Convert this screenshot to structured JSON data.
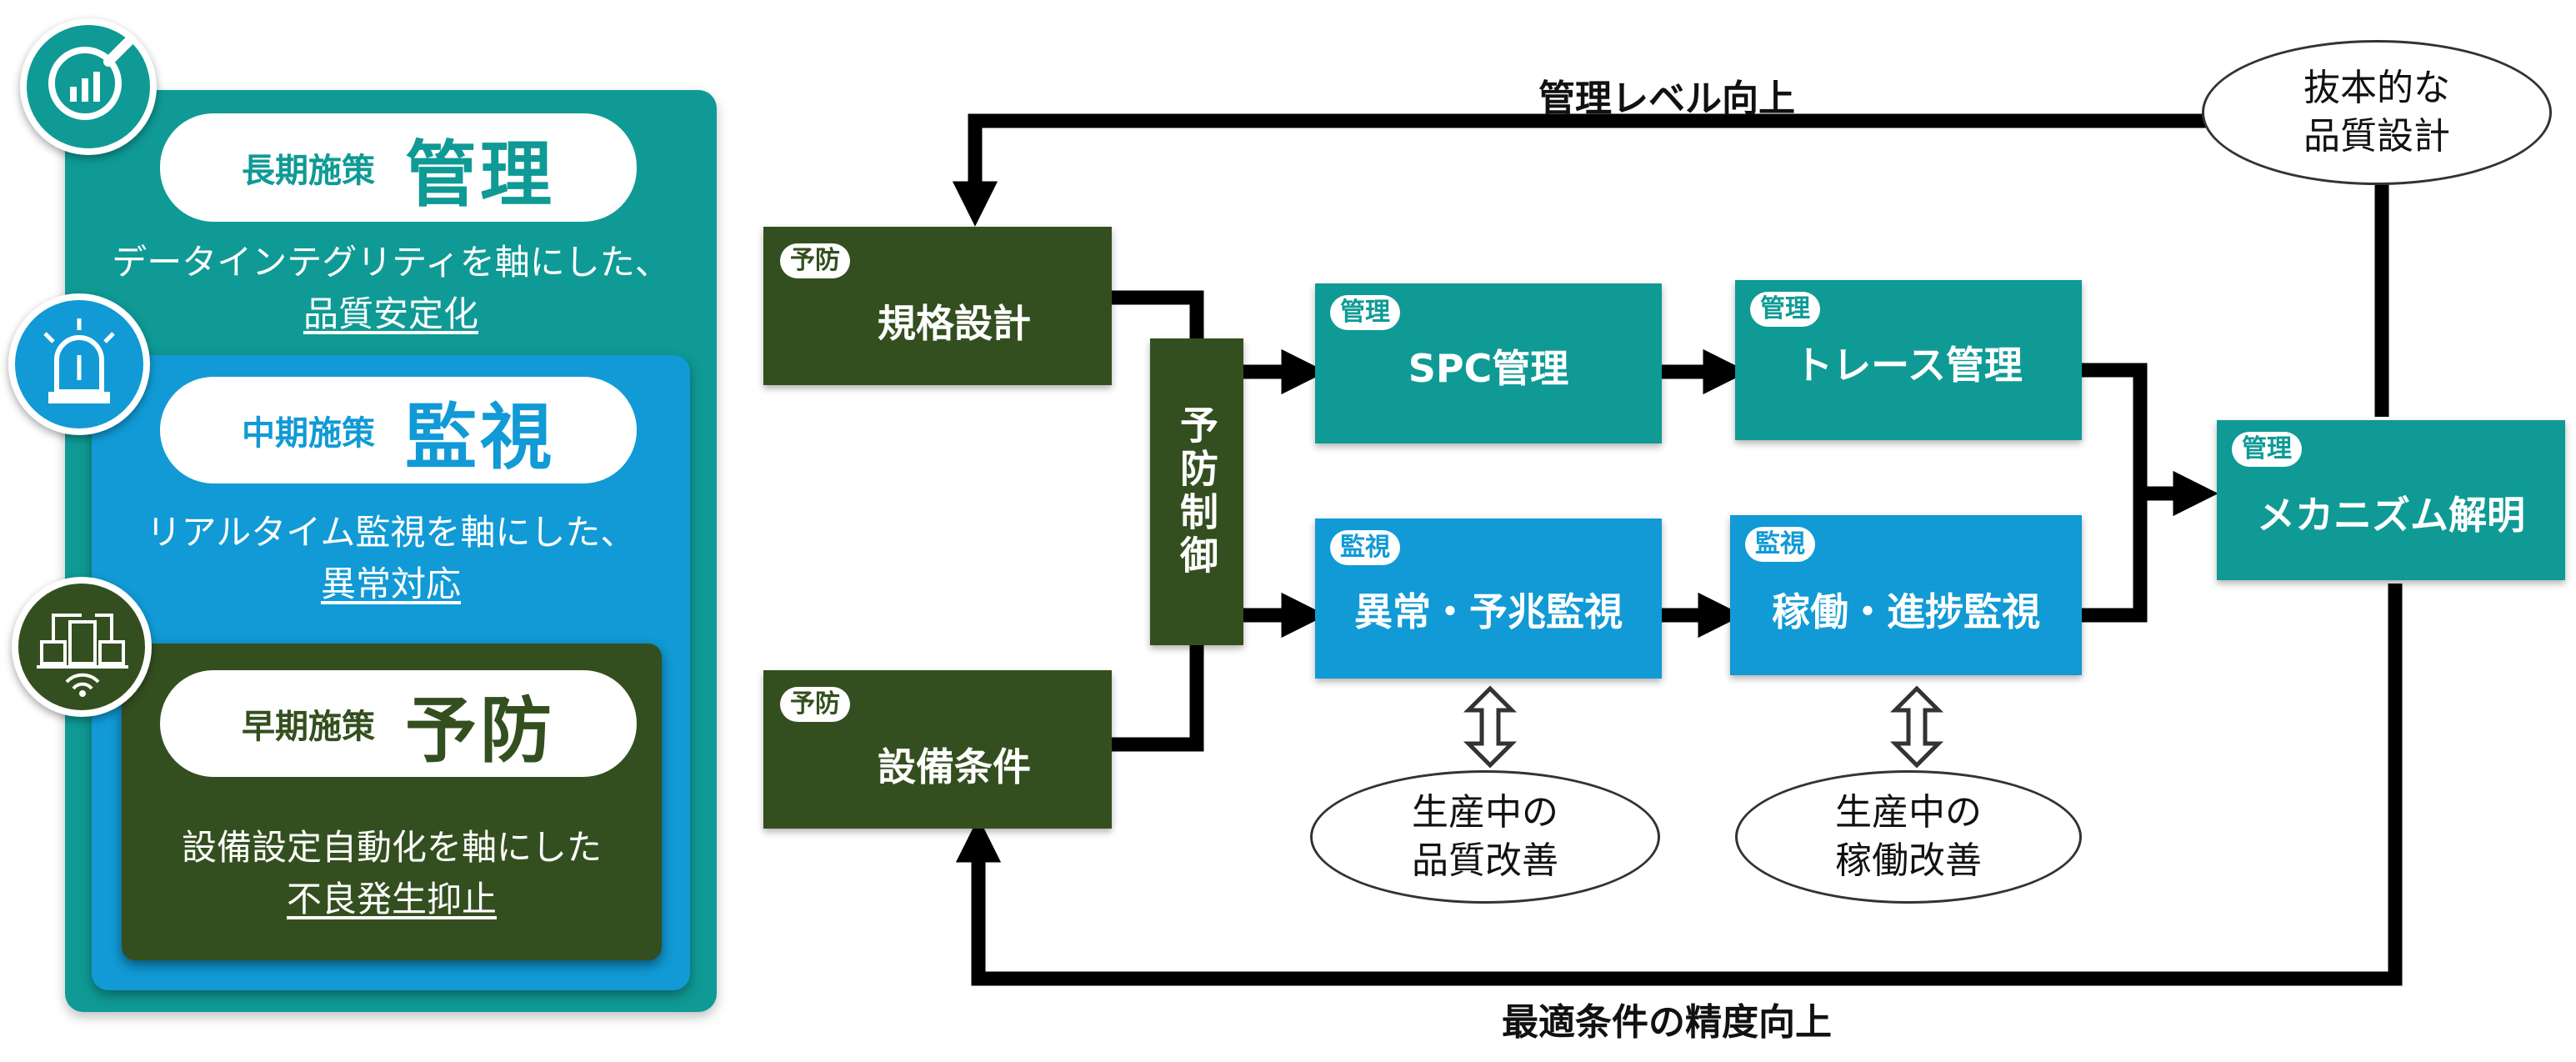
{
  "left_panel": {
    "long_term": {
      "label": "長期施策",
      "keyword": "管理",
      "desc_line1": "データインテグリティを軸にした、",
      "desc_line2": "品質安定化"
    },
    "mid_term": {
      "label": "中期施策",
      "keyword": "監視",
      "desc_line1": "リアルタイム監視を軸にした、",
      "desc_line2": "異常対応"
    },
    "early_term": {
      "label": "早期施策",
      "keyword": "予防",
      "desc_line1": "設備設定自動化を軸にした",
      "desc_line2": "不良発生抑止"
    },
    "icons": [
      "chart-magnifier-icon",
      "alarm-light-icon",
      "factory-network-icon"
    ]
  },
  "flow": {
    "top_loop_label": "管理レベル向上",
    "bottom_loop_label": "最適条件の精度向上",
    "spec_design": {
      "tag": "予防",
      "label": "規格設計"
    },
    "equipment_conditions": {
      "tag": "予防",
      "label": "設備条件"
    },
    "preventive_control": {
      "label": "予防制御"
    },
    "spc": {
      "tag": "管理",
      "label": "SPC管理"
    },
    "trace": {
      "tag": "管理",
      "label": "トレース管理"
    },
    "anomaly": {
      "tag": "監視",
      "label": "異常・予兆監視"
    },
    "operation": {
      "tag": "監視",
      "label": "稼働・進捗監視"
    },
    "mechanism": {
      "tag": "管理",
      "label": "メカニズム解明"
    },
    "fundamental": {
      "line1": "抜本的な",
      "line2": "品質設計"
    },
    "quality_improve": {
      "line1": "生産中の",
      "line2": "品質改善"
    },
    "operation_improve": {
      "line1": "生産中の",
      "line2": "稼働改善"
    }
  },
  "colors": {
    "teal": "#0f9a95",
    "blue": "#119ad5",
    "green": "#344f1f"
  }
}
